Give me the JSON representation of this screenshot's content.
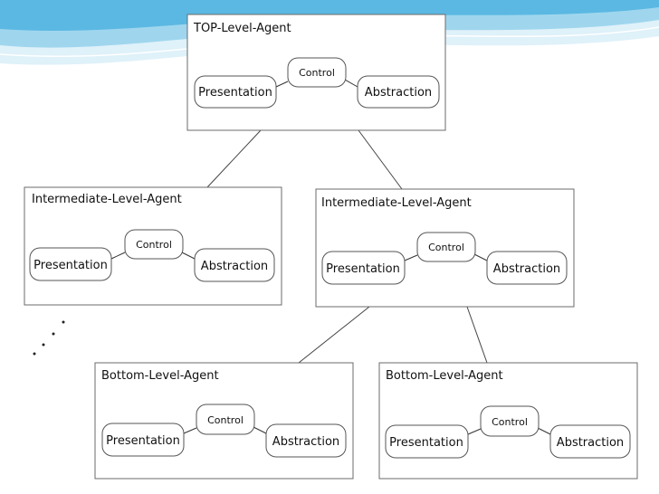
{
  "diagram": {
    "agents": [
      {
        "id": "top",
        "title": "TOP-Level-Agent",
        "control": "Control",
        "presentation": "Presentation",
        "abstraction": "Abstraction"
      },
      {
        "id": "mid-left",
        "title": "Intermediate-Level-Agent",
        "control": "Control",
        "presentation": "Presentation",
        "abstraction": "Abstraction"
      },
      {
        "id": "mid-right",
        "title": "Intermediate-Level-Agent",
        "control": "Control",
        "presentation": "Presentation",
        "abstraction": "Abstraction"
      },
      {
        "id": "bot-left",
        "title": "Bottom-Level-Agent",
        "control": "Control",
        "presentation": "Presentation",
        "abstraction": "Abstraction"
      },
      {
        "id": "bot-right",
        "title": "Bottom-Level-Agent",
        "control": "Control",
        "presentation": "Presentation",
        "abstraction": "Abstraction"
      }
    ],
    "connections": [
      {
        "from": "top",
        "to": "mid-left"
      },
      {
        "from": "top",
        "to": "mid-right"
      },
      {
        "from": "mid-right",
        "to": "bot-left"
      },
      {
        "from": "mid-right",
        "to": "bot-right"
      }
    ],
    "colors": {
      "box_stroke": "#6b6b6b",
      "node_stroke": "#555555",
      "wave_light": "#cfe9f5",
      "wave_mid": "#7cc6e6",
      "wave_dark": "#3aa6d6"
    }
  }
}
